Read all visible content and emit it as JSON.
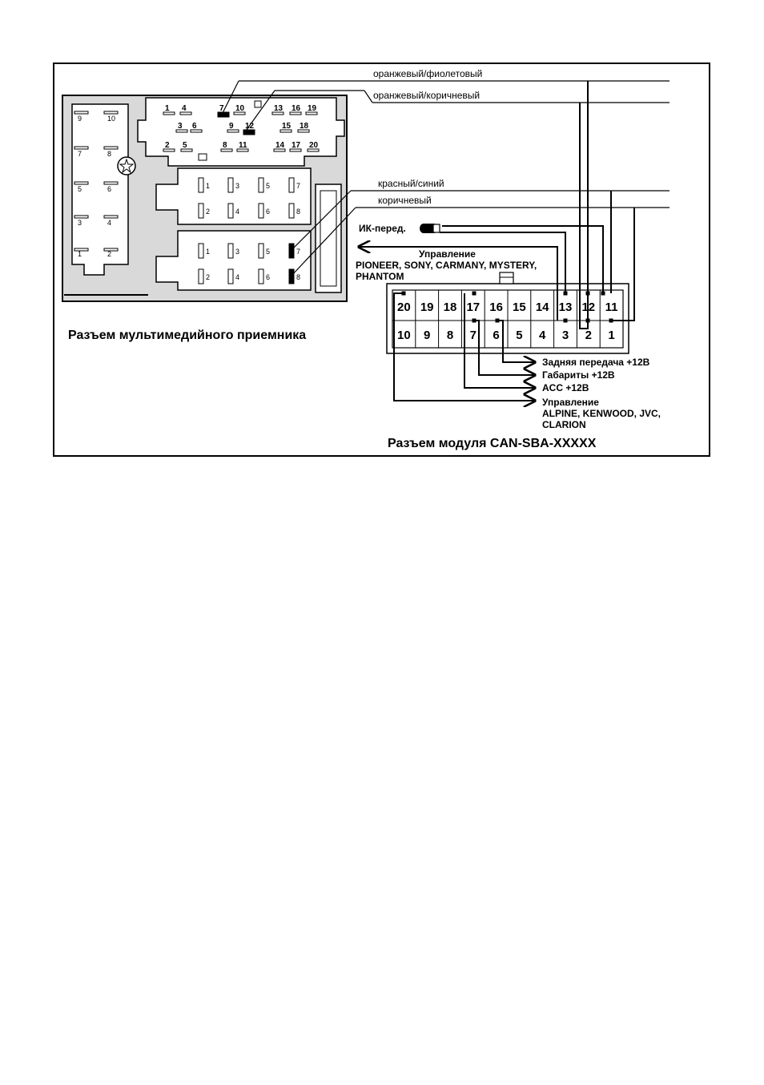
{
  "wire_labels": {
    "orange_violet": "оранжевый/фиолетовый",
    "orange_brown": "оранжевый/коричневый",
    "red_blue": "красный/синий",
    "brown": "коричневый"
  },
  "receiver": {
    "caption": "Разъем мультимедийного приемника",
    "left_block_pins": [
      "9",
      "10",
      "7",
      "8",
      "5",
      "6",
      "3",
      "4",
      "1",
      "2"
    ],
    "top_block_pins": [
      "1",
      "4",
      "7",
      "10",
      "13",
      "16",
      "19",
      "3",
      "6",
      "9",
      "12",
      "15",
      "18",
      "2",
      "5",
      "8",
      "11",
      "14",
      "17",
      "20"
    ],
    "iso_block_upper": [
      "1",
      "3",
      "5",
      "7",
      "2",
      "4",
      "6",
      "8"
    ],
    "iso_block_lower": [
      "1",
      "3",
      "5",
      "7",
      "2",
      "4",
      "6",
      "8"
    ]
  },
  "module": {
    "caption": "Разъем модуля  CAN-SBA-XXXXX",
    "top_row": [
      "20",
      "19",
      "18",
      "17",
      "16",
      "15",
      "14",
      "13",
      "12",
      "11"
    ],
    "bottom_row": [
      "10",
      "9",
      "8",
      "7",
      "6",
      "5",
      "4",
      "3",
      "2",
      "1"
    ]
  },
  "signals": {
    "ir_transmitter": "ИК-перед.",
    "control_top_title": "Управление",
    "control_top_brands_1": "PIONEER, SONY, CARMANY, MYSTERY,",
    "control_top_brands_2": "PHANTOM",
    "reverse": "Задняя передача +12В",
    "parking_lights": "Габариты  +12В",
    "acc": "ACC +12В",
    "control_bottom_title": "Управление",
    "control_bottom_brands_1": "ALPINE, KENWOOD, JVC,",
    "control_bottom_brands_2": "CLARION"
  },
  "colors": {
    "line": "#000000",
    "background": "#ffffff",
    "frame_fill": "#d9d9d9"
  }
}
